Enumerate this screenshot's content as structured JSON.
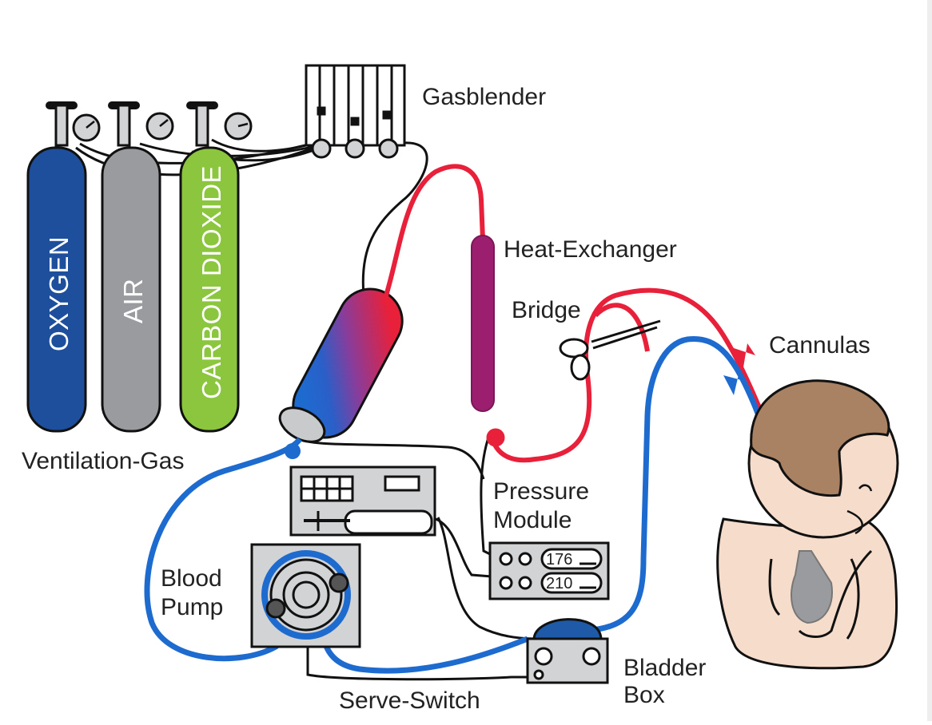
{
  "labels": {
    "gasblender": "Gasblender",
    "heat_exchanger": "Heat-Exchanger",
    "bridge": "Bridge",
    "cannulas": "Cannulas",
    "ventilation_gas": "Ventilation-Gas",
    "pressure": "Pressure",
    "module": "Module",
    "blood": "Blood",
    "pump": "Pump",
    "bladder": "Bladder",
    "box": "Box",
    "serve_switch": "Serve-Switch"
  },
  "cylinders": {
    "oxygen": "OXYGEN",
    "air": "AIR",
    "carbon_dioxide": "CARBON DIOXIDE"
  },
  "pressure_display": {
    "top": "176",
    "bottom": "210"
  },
  "colors": {
    "oxygen": "#1d4f9c",
    "air": "#9a9b9e",
    "carbon_dioxide": "#8cc63f",
    "arterial_line": "#e8203a",
    "venous_line": "#1e6bd0",
    "heat_exchanger": "#9b1f6e",
    "device_gray": "#d2d3d5",
    "skin": "#f6dccb",
    "hair": "#a98263"
  }
}
